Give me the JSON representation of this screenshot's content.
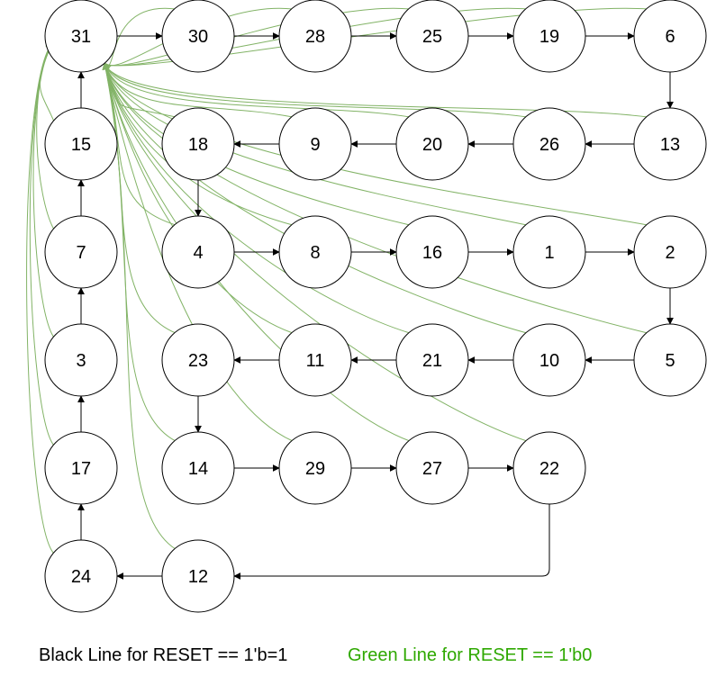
{
  "colors": {
    "reset_high_line": "#000000",
    "reset_low_line": "#82b366",
    "node_stroke": "#000000",
    "node_fill": "#ffffff",
    "legend_black_text": "#000000",
    "legend_green_text": "#2ea800"
  },
  "nodes": [
    {
      "id": "n31",
      "label": "31"
    },
    {
      "id": "n30",
      "label": "30"
    },
    {
      "id": "n28",
      "label": "28"
    },
    {
      "id": "n25",
      "label": "25"
    },
    {
      "id": "n19",
      "label": "19"
    },
    {
      "id": "n6",
      "label": "6"
    },
    {
      "id": "n15",
      "label": "15"
    },
    {
      "id": "n18",
      "label": "18"
    },
    {
      "id": "n9",
      "label": "9"
    },
    {
      "id": "n20",
      "label": "20"
    },
    {
      "id": "n26",
      "label": "26"
    },
    {
      "id": "n13",
      "label": "13"
    },
    {
      "id": "n7",
      "label": "7"
    },
    {
      "id": "n4",
      "label": "4"
    },
    {
      "id": "n8",
      "label": "8"
    },
    {
      "id": "n16",
      "label": "16"
    },
    {
      "id": "n1",
      "label": "1"
    },
    {
      "id": "n2",
      "label": "2"
    },
    {
      "id": "n3",
      "label": "3"
    },
    {
      "id": "n23",
      "label": "23"
    },
    {
      "id": "n11",
      "label": "11"
    },
    {
      "id": "n21",
      "label": "21"
    },
    {
      "id": "n10",
      "label": "10"
    },
    {
      "id": "n5",
      "label": "5"
    },
    {
      "id": "n17",
      "label": "17"
    },
    {
      "id": "n14",
      "label": "14"
    },
    {
      "id": "n29",
      "label": "29"
    },
    {
      "id": "n27",
      "label": "27"
    },
    {
      "id": "n22",
      "label": "22"
    },
    {
      "id": "n24",
      "label": "24"
    },
    {
      "id": "n12",
      "label": "12"
    }
  ],
  "reset_high_edges": [
    [
      "n31",
      "n30"
    ],
    [
      "n30",
      "n28"
    ],
    [
      "n28",
      "n25"
    ],
    [
      "n25",
      "n19"
    ],
    [
      "n19",
      "n6"
    ],
    [
      "n6",
      "n13"
    ],
    [
      "n13",
      "n26"
    ],
    [
      "n26",
      "n20"
    ],
    [
      "n20",
      "n9"
    ],
    [
      "n9",
      "n18"
    ],
    [
      "n18",
      "n4"
    ],
    [
      "n4",
      "n8"
    ],
    [
      "n8",
      "n16"
    ],
    [
      "n16",
      "n1"
    ],
    [
      "n1",
      "n2"
    ],
    [
      "n2",
      "n5"
    ],
    [
      "n5",
      "n10"
    ],
    [
      "n10",
      "n21"
    ],
    [
      "n21",
      "n11"
    ],
    [
      "n11",
      "n23"
    ],
    [
      "n23",
      "n14"
    ],
    [
      "n14",
      "n29"
    ],
    [
      "n29",
      "n27"
    ],
    [
      "n27",
      "n22"
    ],
    [
      "n22",
      "n12"
    ],
    [
      "n12",
      "n24"
    ],
    [
      "n24",
      "n17"
    ],
    [
      "n17",
      "n3"
    ],
    [
      "n3",
      "n7"
    ],
    [
      "n7",
      "n15"
    ],
    [
      "n15",
      "n31"
    ]
  ],
  "reset_low_target": "n31",
  "legend": {
    "black_line": "Black Line for RESET == 1'b=1",
    "green_line": "Green Line for RESET == 1'b0"
  }
}
